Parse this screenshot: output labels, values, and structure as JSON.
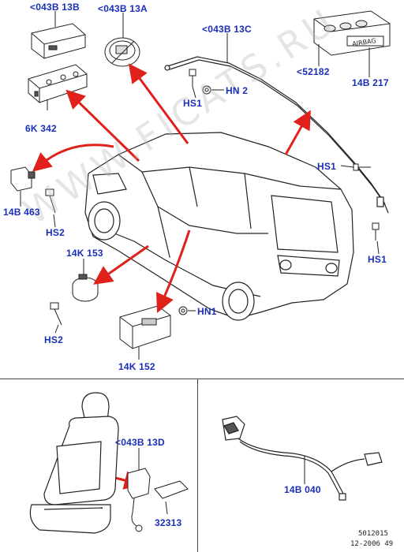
{
  "watermark": "WWW.FICATS.RU",
  "labels": {
    "top_left_airbag": "<043B 13B",
    "driver_airbag": "<043B 13A",
    "curtain_airbag": "<043B 13C",
    "curtain_clip": "<52182",
    "passenger_bag": "14B 217",
    "bracket": "6K 342",
    "hs1_a": "HS1",
    "hn2": "HN 2",
    "hs1_b": "HS1",
    "hs1_c": "HS1",
    "sensor_left": "14B 463",
    "hs2_a": "HS2",
    "clock_spring": "14K 153",
    "hs2_b": "HS2",
    "hn1": "HN1",
    "module": "14K 152",
    "seat_airbag": "<043B 13D",
    "seat_part": "32313",
    "wiring": "14B 040"
  },
  "footer": {
    "code": "5012015",
    "date": "12-2006 49"
  },
  "colors": {
    "label": "#1a2fb8",
    "arrow": "#e0201b",
    "line": "#222222"
  }
}
